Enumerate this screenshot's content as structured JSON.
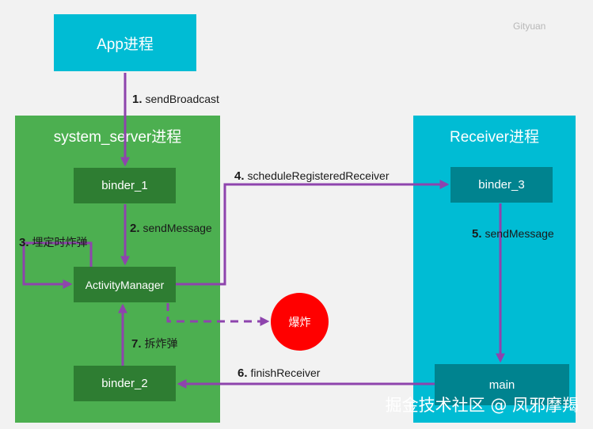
{
  "regions": {
    "system_server": {
      "title": "system_server进程"
    },
    "receiver": {
      "title": "Receiver进程"
    }
  },
  "nodes": {
    "app": "App进程",
    "binder_1": "binder_1",
    "activity_manager": "ActivityManager",
    "binder_2": "binder_2",
    "binder_3": "binder_3",
    "main": "main",
    "explode": "爆炸"
  },
  "steps": [
    {
      "num": "1.",
      "text": "sendBroadcast"
    },
    {
      "num": "2.",
      "text": "sendMessage"
    },
    {
      "num": "3.",
      "text": "埋定时炸弹"
    },
    {
      "num": "4.",
      "text": "scheduleRegisteredReceiver"
    },
    {
      "num": "5.",
      "text": "sendMessage"
    },
    {
      "num": "6.",
      "text": "finishReceiver"
    },
    {
      "num": "7.",
      "text": "拆炸弹"
    }
  ],
  "watermark": "Gityuan",
  "footer": "掘金技术社区 @ 凤邪摩羯",
  "colors": {
    "app_box": "#00bcd4",
    "system_region": "#4caf50",
    "system_node": "#2e7d32",
    "receiver_region": "#00bcd4",
    "receiver_node": "#00838f",
    "arrow": "#8e44ad",
    "explode": "#ff0000"
  }
}
